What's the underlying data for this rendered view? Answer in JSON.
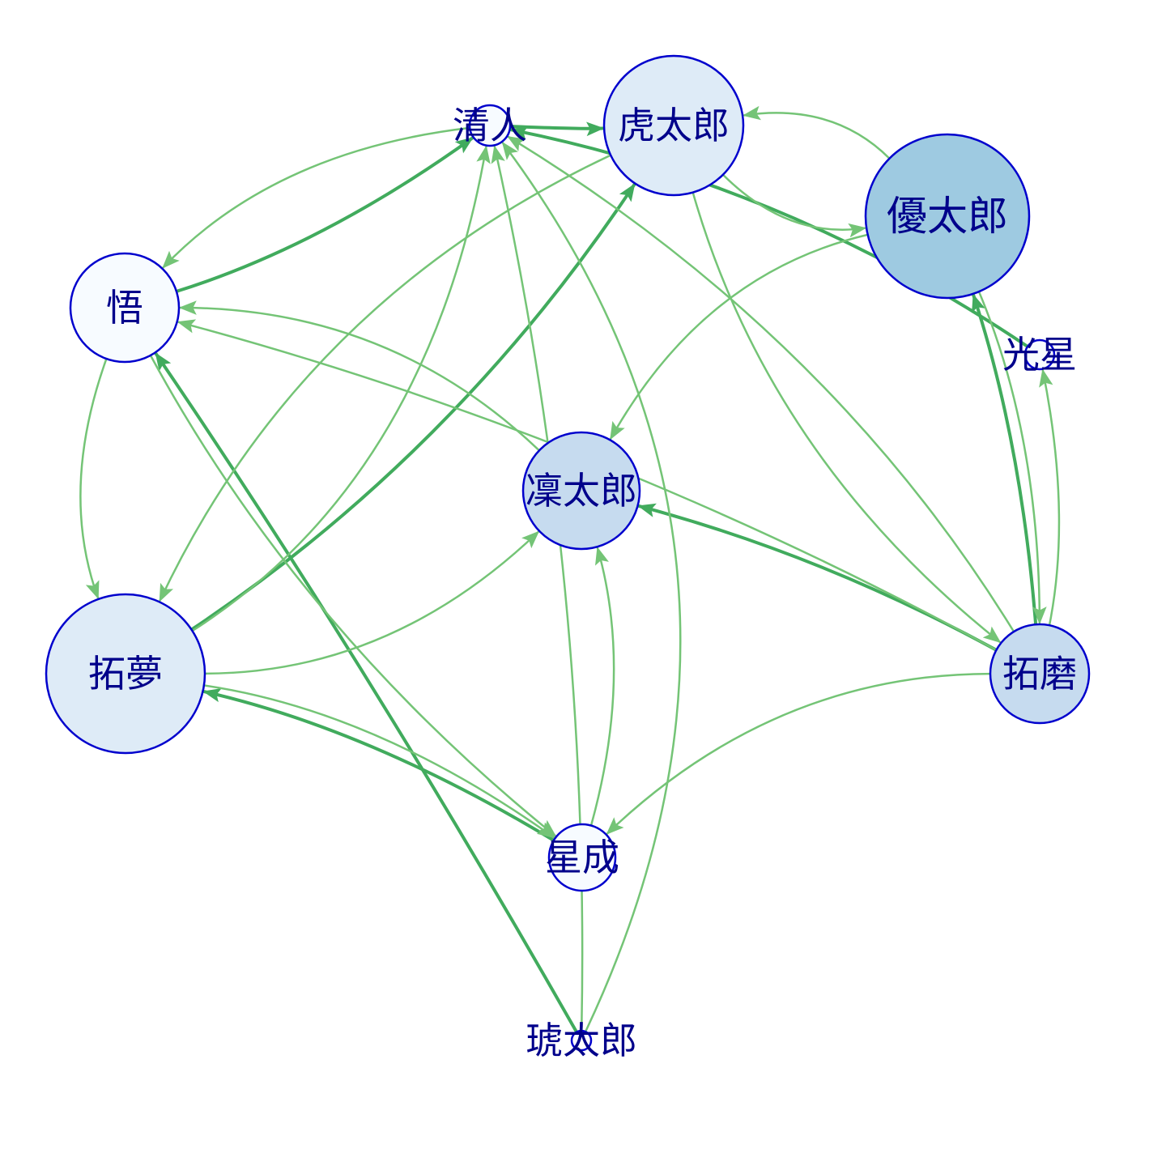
{
  "colors": {
    "node_stroke": "#0000cd",
    "label": "#00008b",
    "edge_light": "#74c476",
    "edge_dark": "#41ab5d",
    "fill_lightest": "#f7fbff",
    "fill_light": "#deebf7",
    "fill_mid": "#c6dbef",
    "fill_dark": "#9ecae1"
  },
  "graph": {
    "directed": true,
    "nodes": [
      {
        "id": "kiyoto",
        "label": "清人",
        "fill": "#f7fbff"
      },
      {
        "id": "kotaro",
        "label": "虎太郎",
        "fill": "#deebf7"
      },
      {
        "id": "yutaro",
        "label": "優太郎",
        "fill": "#9ecae1"
      },
      {
        "id": "satoru",
        "label": "悟",
        "fill": "#f7fbff"
      },
      {
        "id": "kosei",
        "label": "光星",
        "fill": "#f7fbff"
      },
      {
        "id": "rintaro",
        "label": "凜太郎",
        "fill": "#c6dbef"
      },
      {
        "id": "takumu",
        "label": "拓夢",
        "fill": "#deebf7"
      },
      {
        "id": "takuma",
        "label": "拓磨",
        "fill": "#c6dbef"
      },
      {
        "id": "seisei",
        "label": "星成",
        "fill": "#f7fbff"
      },
      {
        "id": "kotaro2",
        "label": "琥太郎",
        "fill": "#ffffff"
      }
    ],
    "edges": [
      {
        "from": "kiyoto",
        "to": "kotaro",
        "strength": "strong"
      },
      {
        "from": "satoru",
        "to": "kiyoto",
        "strength": "strong"
      },
      {
        "from": "kosei",
        "to": "kiyoto",
        "strength": "strong"
      },
      {
        "from": "takumu",
        "to": "kotaro",
        "strength": "strong"
      },
      {
        "from": "takuma",
        "to": "yutaro",
        "strength": "strong"
      },
      {
        "from": "takuma",
        "to": "rintaro",
        "strength": "strong"
      },
      {
        "from": "seisei",
        "to": "takumu",
        "strength": "strong"
      },
      {
        "from": "kotaro2",
        "to": "satoru",
        "strength": "strong"
      },
      {
        "from": "kotaro",
        "to": "yutaro",
        "strength": "weak"
      },
      {
        "from": "yutaro",
        "to": "kotaro",
        "strength": "weak"
      },
      {
        "from": "kiyoto",
        "to": "satoru",
        "strength": "weak"
      },
      {
        "from": "satoru",
        "to": "takumu",
        "strength": "weak"
      },
      {
        "from": "takumu",
        "to": "kiyoto",
        "strength": "weak"
      },
      {
        "from": "takumu",
        "to": "rintaro",
        "strength": "weak"
      },
      {
        "from": "kotaro",
        "to": "takumu",
        "strength": "weak"
      },
      {
        "from": "kotaro",
        "to": "takuma",
        "strength": "weak"
      },
      {
        "from": "yutaro",
        "to": "rintaro",
        "strength": "weak"
      },
      {
        "from": "yutaro",
        "to": "takuma",
        "strength": "weak"
      },
      {
        "from": "takuma",
        "to": "kosei",
        "strength": "weak"
      },
      {
        "from": "rintaro",
        "to": "satoru",
        "strength": "weak"
      },
      {
        "from": "takuma",
        "to": "satoru",
        "strength": "weak"
      },
      {
        "from": "takuma",
        "to": "kiyoto",
        "strength": "weak"
      },
      {
        "from": "takuma",
        "to": "seisei",
        "strength": "weak"
      },
      {
        "from": "seisei",
        "to": "rintaro",
        "strength": "weak"
      },
      {
        "from": "satoru",
        "to": "seisei",
        "strength": "weak"
      },
      {
        "from": "takumu",
        "to": "seisei",
        "strength": "weak"
      },
      {
        "from": "kotaro2",
        "to": "kiyoto",
        "strength": "weak"
      },
      {
        "from": "kotaro2",
        "to": "kiyoto",
        "strength": "weak"
      }
    ]
  }
}
